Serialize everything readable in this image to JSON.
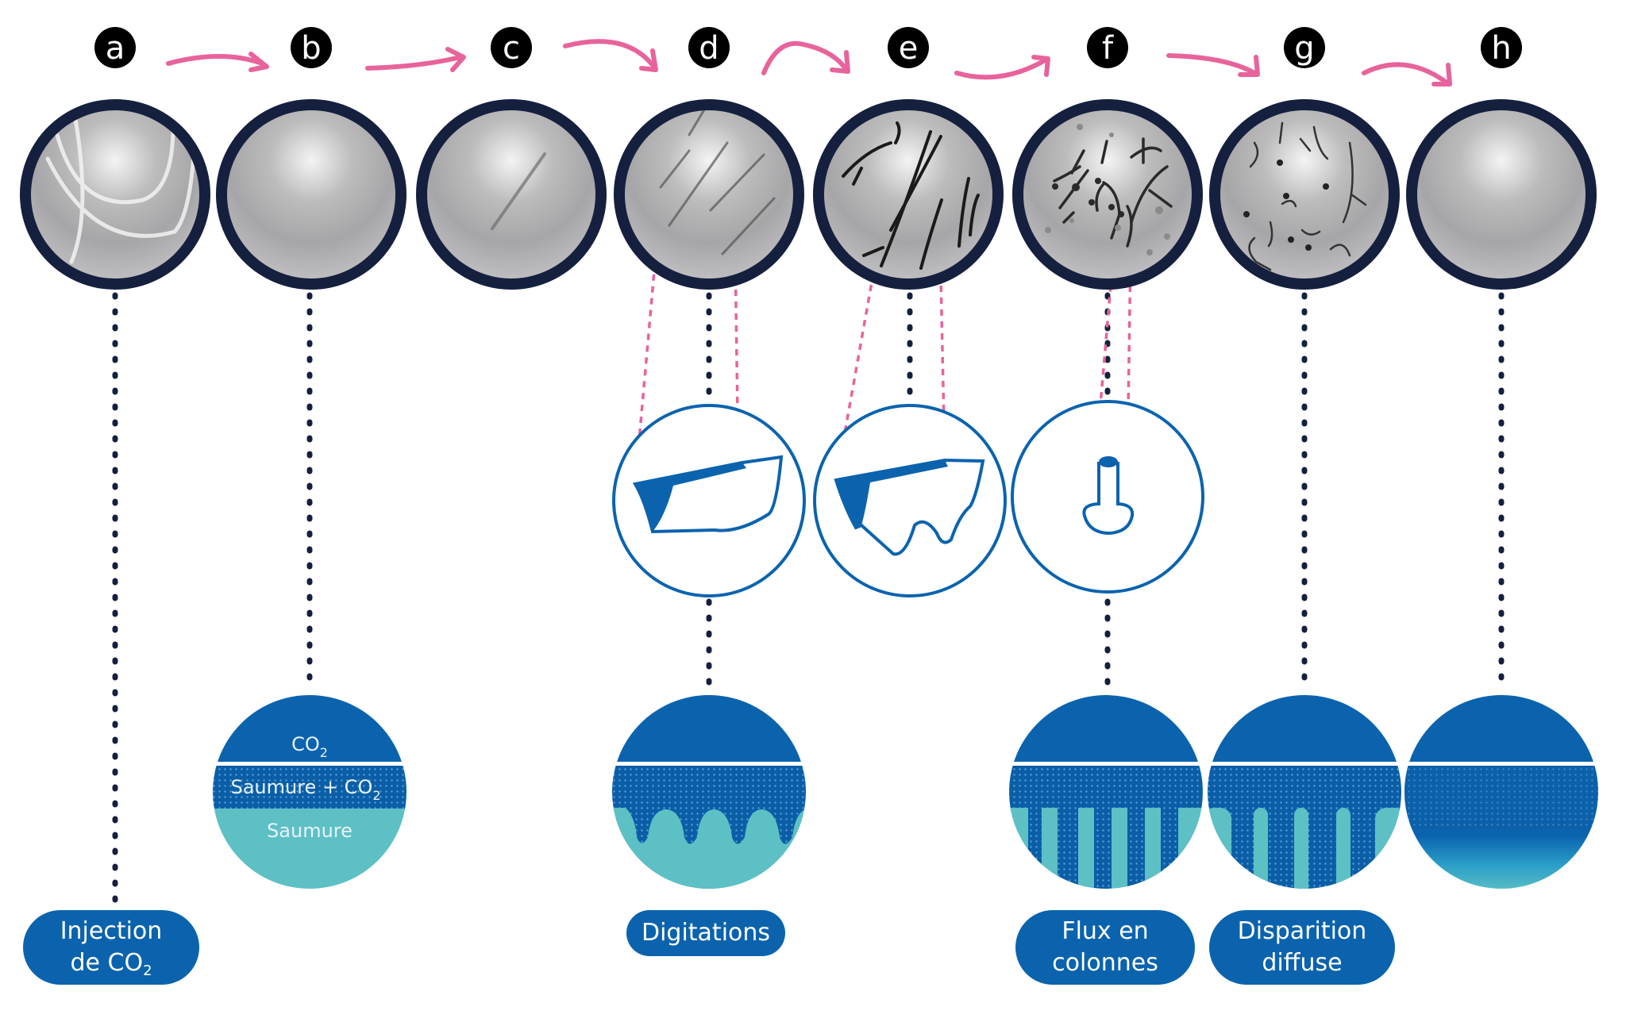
{
  "title": "Stages of CO2 dissolution in brine",
  "stages": [
    {
      "id": "a",
      "letter": "a",
      "top_view": "streaks"
    },
    {
      "id": "b",
      "letter": "b",
      "top_view": "smooth"
    },
    {
      "id": "c",
      "letter": "c",
      "top_view": "single-streak"
    },
    {
      "id": "d",
      "letter": "d",
      "top_view": "parallel-streaks"
    },
    {
      "id": "e",
      "letter": "e",
      "top_view": "fingers"
    },
    {
      "id": "f",
      "letter": "f",
      "top_view": "branching-columns"
    },
    {
      "id": "g",
      "letter": "g",
      "top_view": "sparse-fragments"
    },
    {
      "id": "h",
      "letter": "h",
      "top_view": "smooth"
    }
  ],
  "profile_b": {
    "top_label": "CO",
    "top_sub": "2",
    "middle_label": "Saumure + CO",
    "middle_sub": "2",
    "bottom_label": "Saumure"
  },
  "labels": {
    "injection_line1": "Injection",
    "injection_line2": "de CO",
    "injection_sub": "2",
    "digitations": "Digitations",
    "flux_line1": "Flux en",
    "flux_line2": "colonnes",
    "disparition_line1": "Disparition",
    "disparition_line2": "diffuse"
  },
  "colors": {
    "co2_blue": "#0b63ae",
    "brine_teal": "#5dc0c4",
    "outline_navy": "#15203f",
    "arrow_pink": "#e8639b",
    "letter_badge": "#000000"
  }
}
